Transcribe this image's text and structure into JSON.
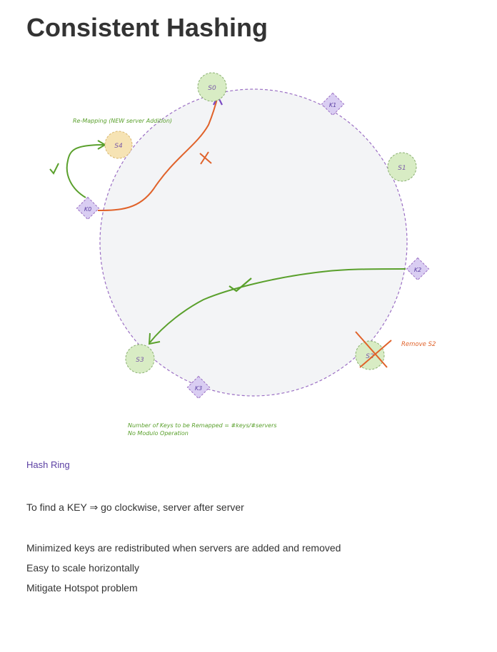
{
  "page": {
    "title": "Consistent Hashing",
    "link_label": "Hash Ring",
    "paragraphs": [
      "To find a KEY ⇒ go clockwise, server after server",
      "Minimized keys are redistributed when servers are added and removed",
      "Easy to scale horizontally",
      "Mitigate Hotspot problem"
    ]
  },
  "diagram": {
    "servers": [
      "S0",
      "S1",
      "S2",
      "S3",
      "S4"
    ],
    "keys": [
      "K0",
      "K1",
      "K2",
      "K3"
    ],
    "annotations": {
      "remapping": "Re-Mapping (NEW server Addition)",
      "remove": "Remove S2",
      "note_line1": "Number of Keys to be Remapped = #keys/#servers",
      "note_line2": "No Modulo Operation"
    },
    "colors": {
      "ring": "#9b6fc4",
      "server_fill": "#d8ecc4",
      "new_server_fill": "#f6e3b4",
      "key_fill": "#d9cdf2",
      "green_arrow": "#5aa02c",
      "orange_arrow": "#e0622a",
      "link": "#5b3fa3"
    }
  }
}
